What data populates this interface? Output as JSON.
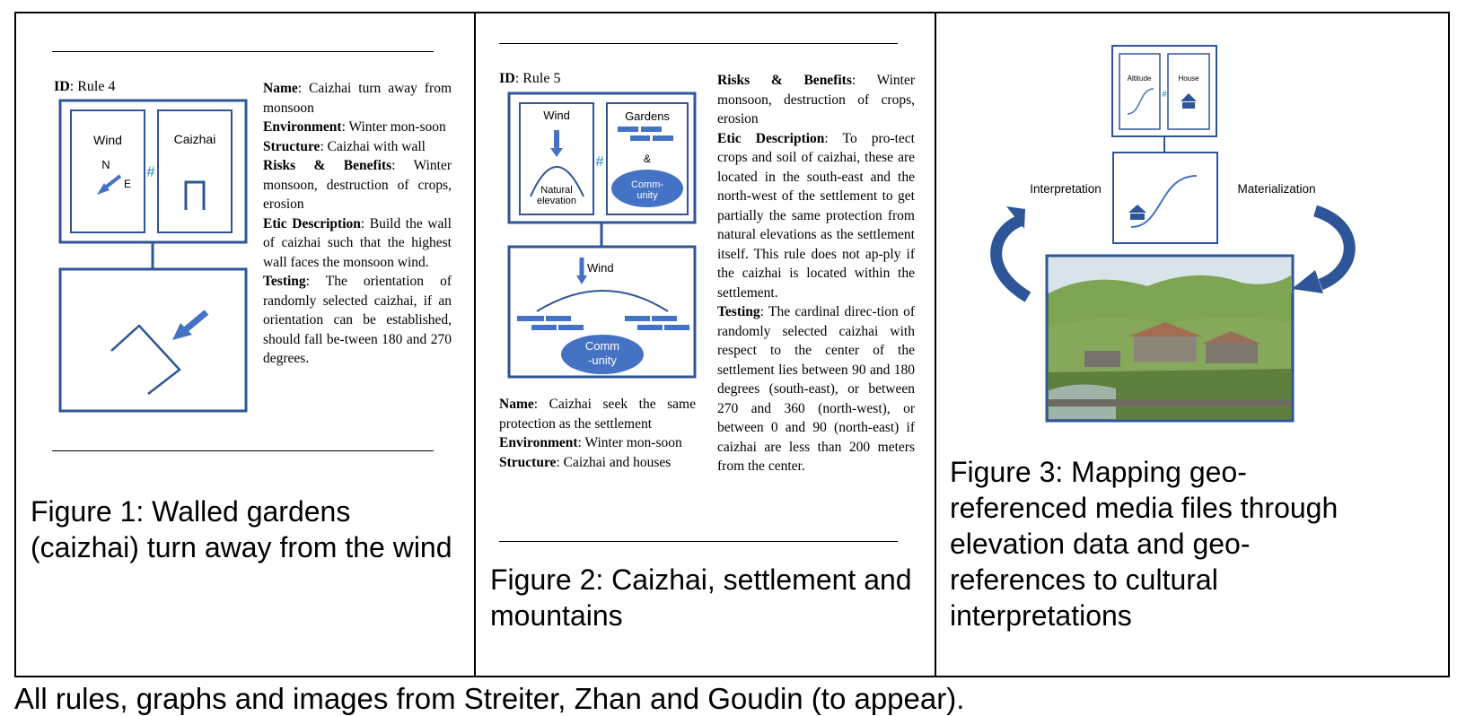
{
  "figure1": {
    "id_key": "ID",
    "id_value": ": Rule 4",
    "diagram": {
      "wind": "Wind",
      "caizhai": "Caizhai",
      "north": "N",
      "east": "E",
      "hash": "#"
    },
    "fields": [
      {
        "key": "Name",
        "value": ": Caizhai turn away from monsoon"
      },
      {
        "key": "Environment",
        "value": ": Winter mon-soon"
      },
      {
        "key": "Structure",
        "value": ": Caizhai with wall"
      },
      {
        "key": "Risks & Benefits",
        "value": ": Winter monsoon, destruction of crops, erosion"
      },
      {
        "key": "Etic Description",
        "value": ": Build the wall of caizhai such that the highest wall faces the monsoon wind."
      },
      {
        "key": "Testing",
        "value": ": The orientation of randomly selected caizhai, if an orientation can be established, should fall be-tween 180 and 270 degrees."
      }
    ],
    "caption": "Figure 1: Walled gardens (caizhai) turn away from the wind"
  },
  "figure2": {
    "id_key": "ID",
    "id_value": ": Rule 5",
    "diagram": {
      "wind_top": "Wind",
      "natural_elevation": "Natural elevation",
      "gardens": "Gardens",
      "ampersand": "&",
      "community_top": "Comm-unity",
      "hash": "#",
      "wind_bottom": "Wind",
      "community_bottom": "Comm -unity"
    },
    "left_fields": [
      {
        "key": "Name",
        "value": ": Caizhai seek the same protection as the settlement"
      },
      {
        "key": "Environment",
        "value": ": Winter mon-soon"
      },
      {
        "key": "Structure",
        "value": ": Caizhai and houses"
      }
    ],
    "right_fields": [
      {
        "key": "Risks & Benefits",
        "value": ": Winter monsoon, destruction of crops, erosion"
      },
      {
        "key": "Etic Description",
        "value": ": To pro-tect crops and soil of caizhai, these are located in the south-east and the north-west of the settlement to get partially the same protection from natural elevations as the settlement itself. This rule does not ap-ply if the caizhai is located within the settlement."
      },
      {
        "key": "Testing",
        "value": ": The cardinal direc-tion of randomly selected caizhai with respect to the center of the settlement lies between 90 and 180 degrees (south-east), or between 270 and 360 (north-west), or between 0 and 90 (north-east) if caizhai are less than 200 meters from the center."
      }
    ],
    "caption": "Figure 2: Caizhai, settlement and mountains"
  },
  "figure3": {
    "altitude": "Altitude",
    "house": "House",
    "hash": "#",
    "interpretation": "Interpretation",
    "materialization": "Materialization",
    "caption": "Figure 3: Mapping geo-referenced media files through elevation data and geo-references to cultural interpretations"
  },
  "footer": "All rules, graphs and images from Streiter, Zhan and Goudin (to appear).",
  "colors": {
    "diagram_blue": "#2E5597",
    "shape_blue": "#4472C4",
    "hash_teal": "#1E88B4"
  }
}
